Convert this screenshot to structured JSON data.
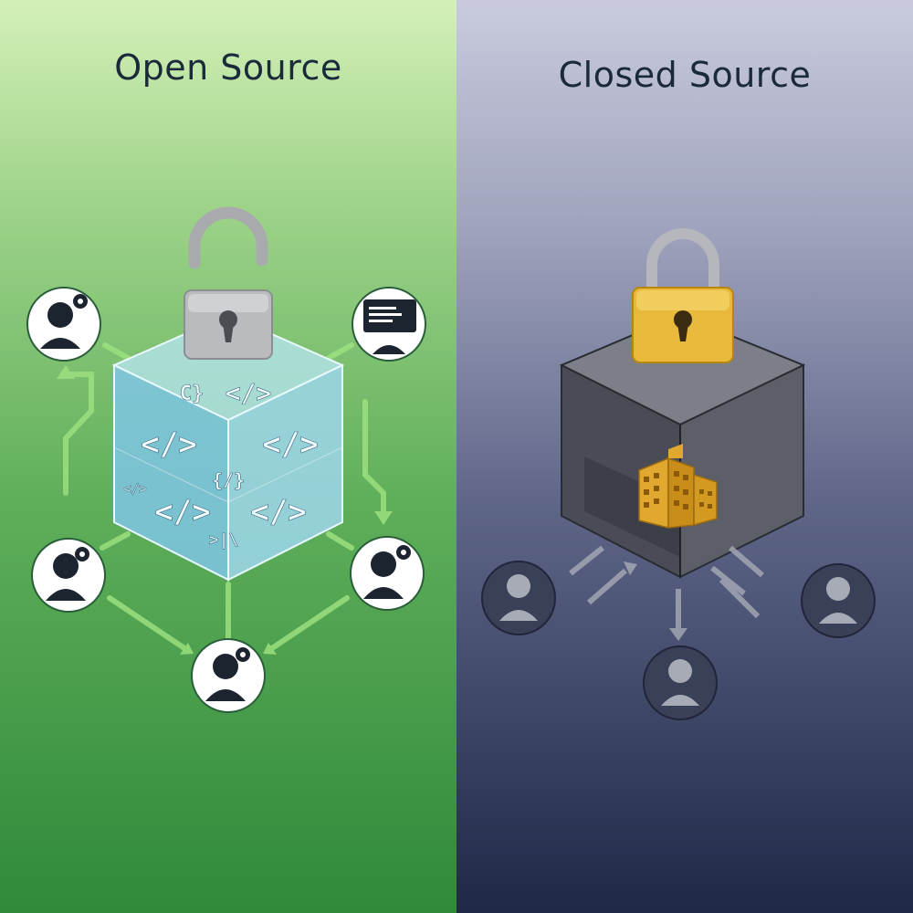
{
  "open_panel": {
    "title": "Open Source",
    "accent": "#8fd47a",
    "cube_color": "#8fd0ea",
    "code_glyphs": [
      "</>",
      "</>",
      "</>",
      "</>",
      "</>",
      "C}",
      "{/}",
      "</>",
      ">|\\"
    ],
    "contributors": [
      "person-gear-icon",
      "monitor-person-icon",
      "person-gear-icon",
      "person-gear-icon",
      "person-gear-icon"
    ],
    "lock": "open-padlock-icon"
  },
  "closed_panel": {
    "title": "Closed Source",
    "cube_color": "#5a5c66",
    "lock": "closed-gold-padlock-icon",
    "lock_color": "#e8b93a",
    "building": "office-building-icon",
    "building_color": "#e0a82e",
    "users": [
      "person-icon",
      "person-icon",
      "person-icon"
    ]
  }
}
